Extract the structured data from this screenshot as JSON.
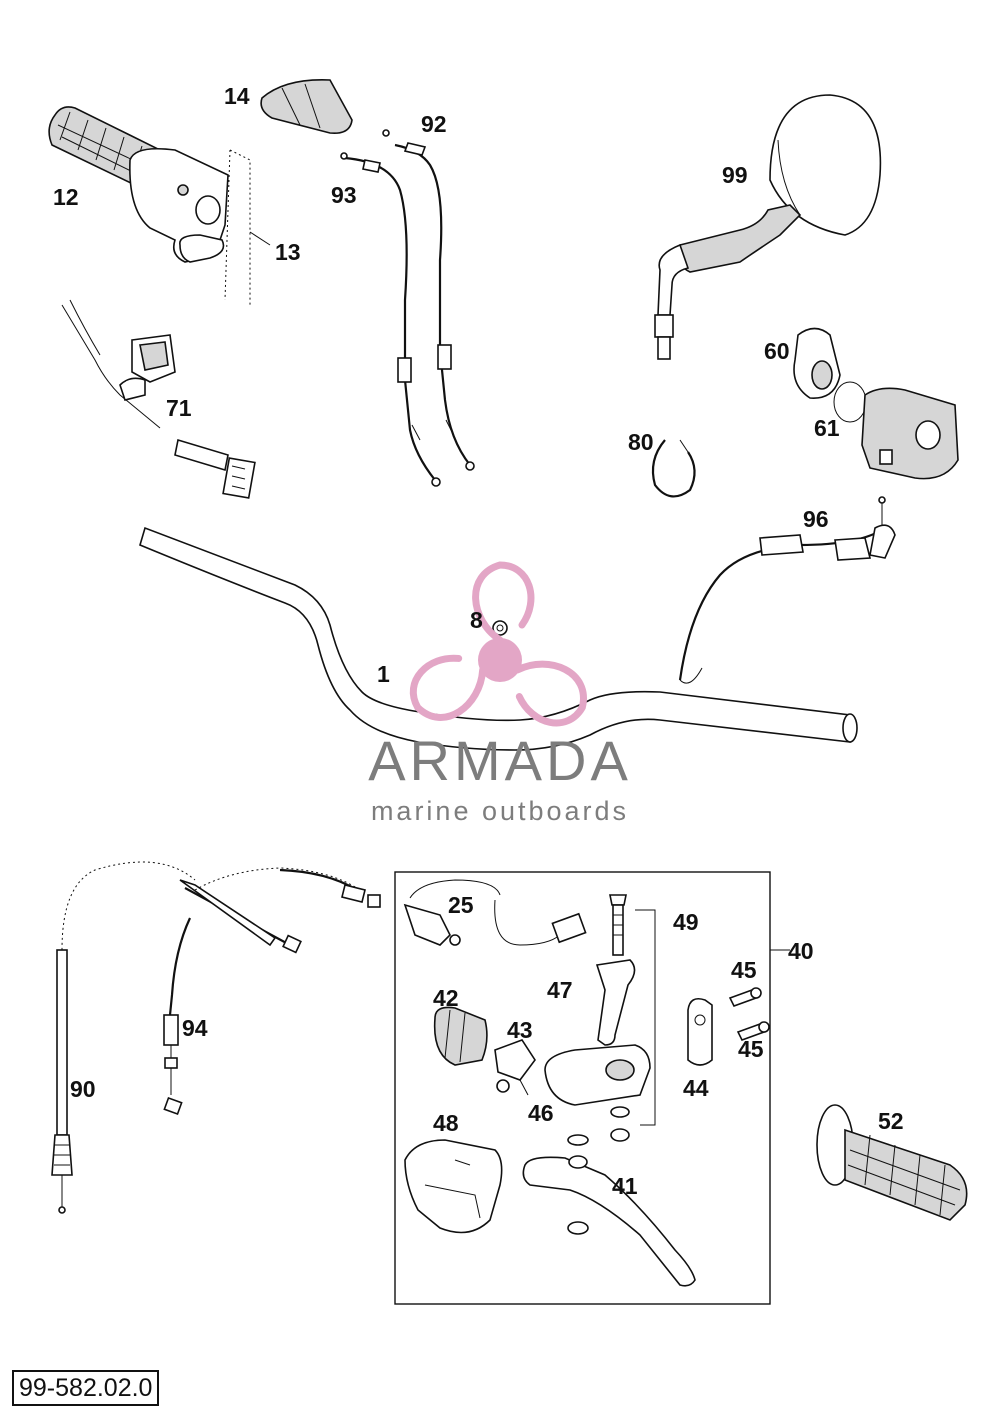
{
  "callouts": {
    "c1": "1",
    "c8": "8",
    "c12": "12",
    "c13": "13",
    "c14": "14",
    "c25": "25",
    "c40": "40",
    "c41": "41",
    "c42": "42",
    "c43": "43",
    "c44": "44",
    "c45a": "45",
    "c45b": "45",
    "c46": "46",
    "c47": "47",
    "c48": "48",
    "c49": "49",
    "c52": "52",
    "c60": "60",
    "c61": "61",
    "c71": "71",
    "c80": "80",
    "c90": "90",
    "c92": "92",
    "c93": "93",
    "c94": "94",
    "c96": "96",
    "c99": "99"
  },
  "watermark": {
    "title": "ARMADA",
    "subtitle": "marine outboards",
    "logo_color": "#e3a6c6",
    "text_color": "#7d7d7d"
  },
  "reference_code": "99-582.02.0"
}
